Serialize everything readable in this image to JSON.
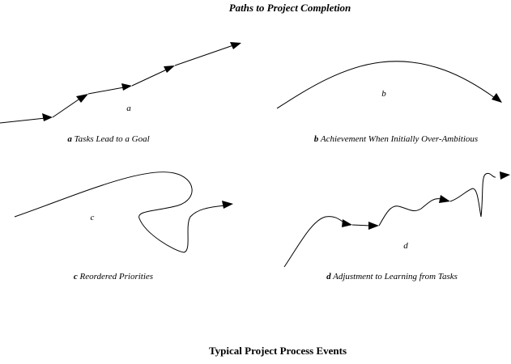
{
  "title": "Paths to Project  Completion",
  "footer": "Typical Project Process Events",
  "panels": {
    "a": {
      "inner_label": "a",
      "caption_letter": "a",
      "caption_text": " Tasks Lead to a Goal"
    },
    "b": {
      "inner_label": "b",
      "caption_letter": "b",
      "caption_text": " Achievement When Initially Over-Ambitious"
    },
    "c": {
      "inner_label": "c",
      "caption_letter": "c",
      "caption_text": " Reordered Priorities"
    },
    "d": {
      "inner_label": "d",
      "caption_letter": "d",
      "caption_text": " Adjustment to Learning from Tasks"
    }
  },
  "colors": {
    "ink": "#000000",
    "background": "#ffffff"
  }
}
